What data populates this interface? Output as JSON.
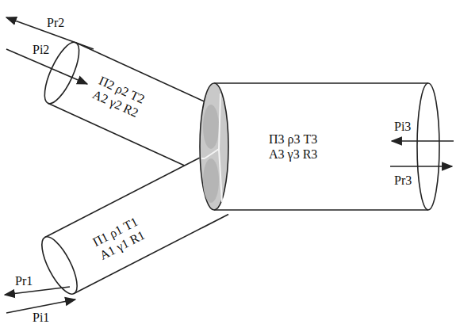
{
  "diagram": {
    "nodes": [
      {
        "text": [
          "Π2 ρ2 T2",
          "A2 γ2 R2"
        ]
      },
      {
        "text": [
          "Π3 ρ3 T3",
          "A3 γ3 R3"
        ]
      },
      {
        "text": [
          "Π1 ρ1 T1",
          "A1 γ1 R1"
        ]
      }
    ],
    "labels": [
      "Pr2",
      "Pi2",
      "Pi3",
      "Pr3",
      "Pr1",
      "Pi1"
    ]
  }
}
